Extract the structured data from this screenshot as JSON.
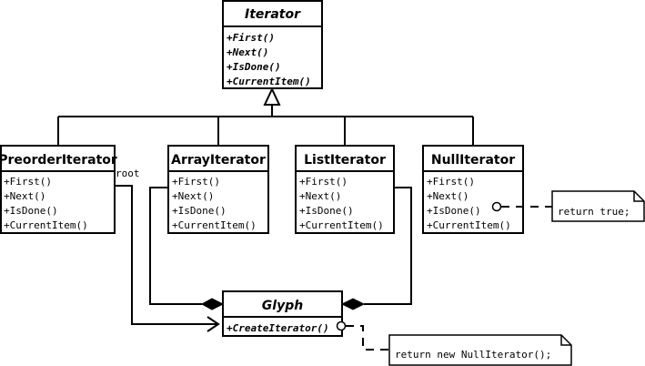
{
  "classes": {
    "iterator": {
      "name": "Iterator",
      "operations": [
        "+First()",
        "+Next()",
        "+IsDone()",
        "+CurrentItem()"
      ]
    },
    "preorder": {
      "name": "PreorderIterator",
      "operations": [
        "+First()",
        "+Next()",
        "+IsDone()",
        "+CurrentItem()"
      ]
    },
    "array": {
      "name": "ArrayIterator",
      "operations": [
        "+First()",
        "+Next()",
        "+IsDone()",
        "+CurrentItem()"
      ]
    },
    "list": {
      "name": "ListIterator",
      "operations": [
        "+First()",
        "+Next()",
        "+IsDone()",
        "+CurrentItem()"
      ]
    },
    "null": {
      "name": "NullIterator",
      "operations": [
        "+First()",
        "+Next()",
        "+IsDone()",
        "+CurrentItem()"
      ]
    },
    "glyph": {
      "name": "Glyph",
      "operations": [
        "+CreateIterator()"
      ]
    }
  },
  "association_role": "root",
  "notes": {
    "null_isdone": "return true;",
    "glyph_create": "return new NullIterator();"
  }
}
